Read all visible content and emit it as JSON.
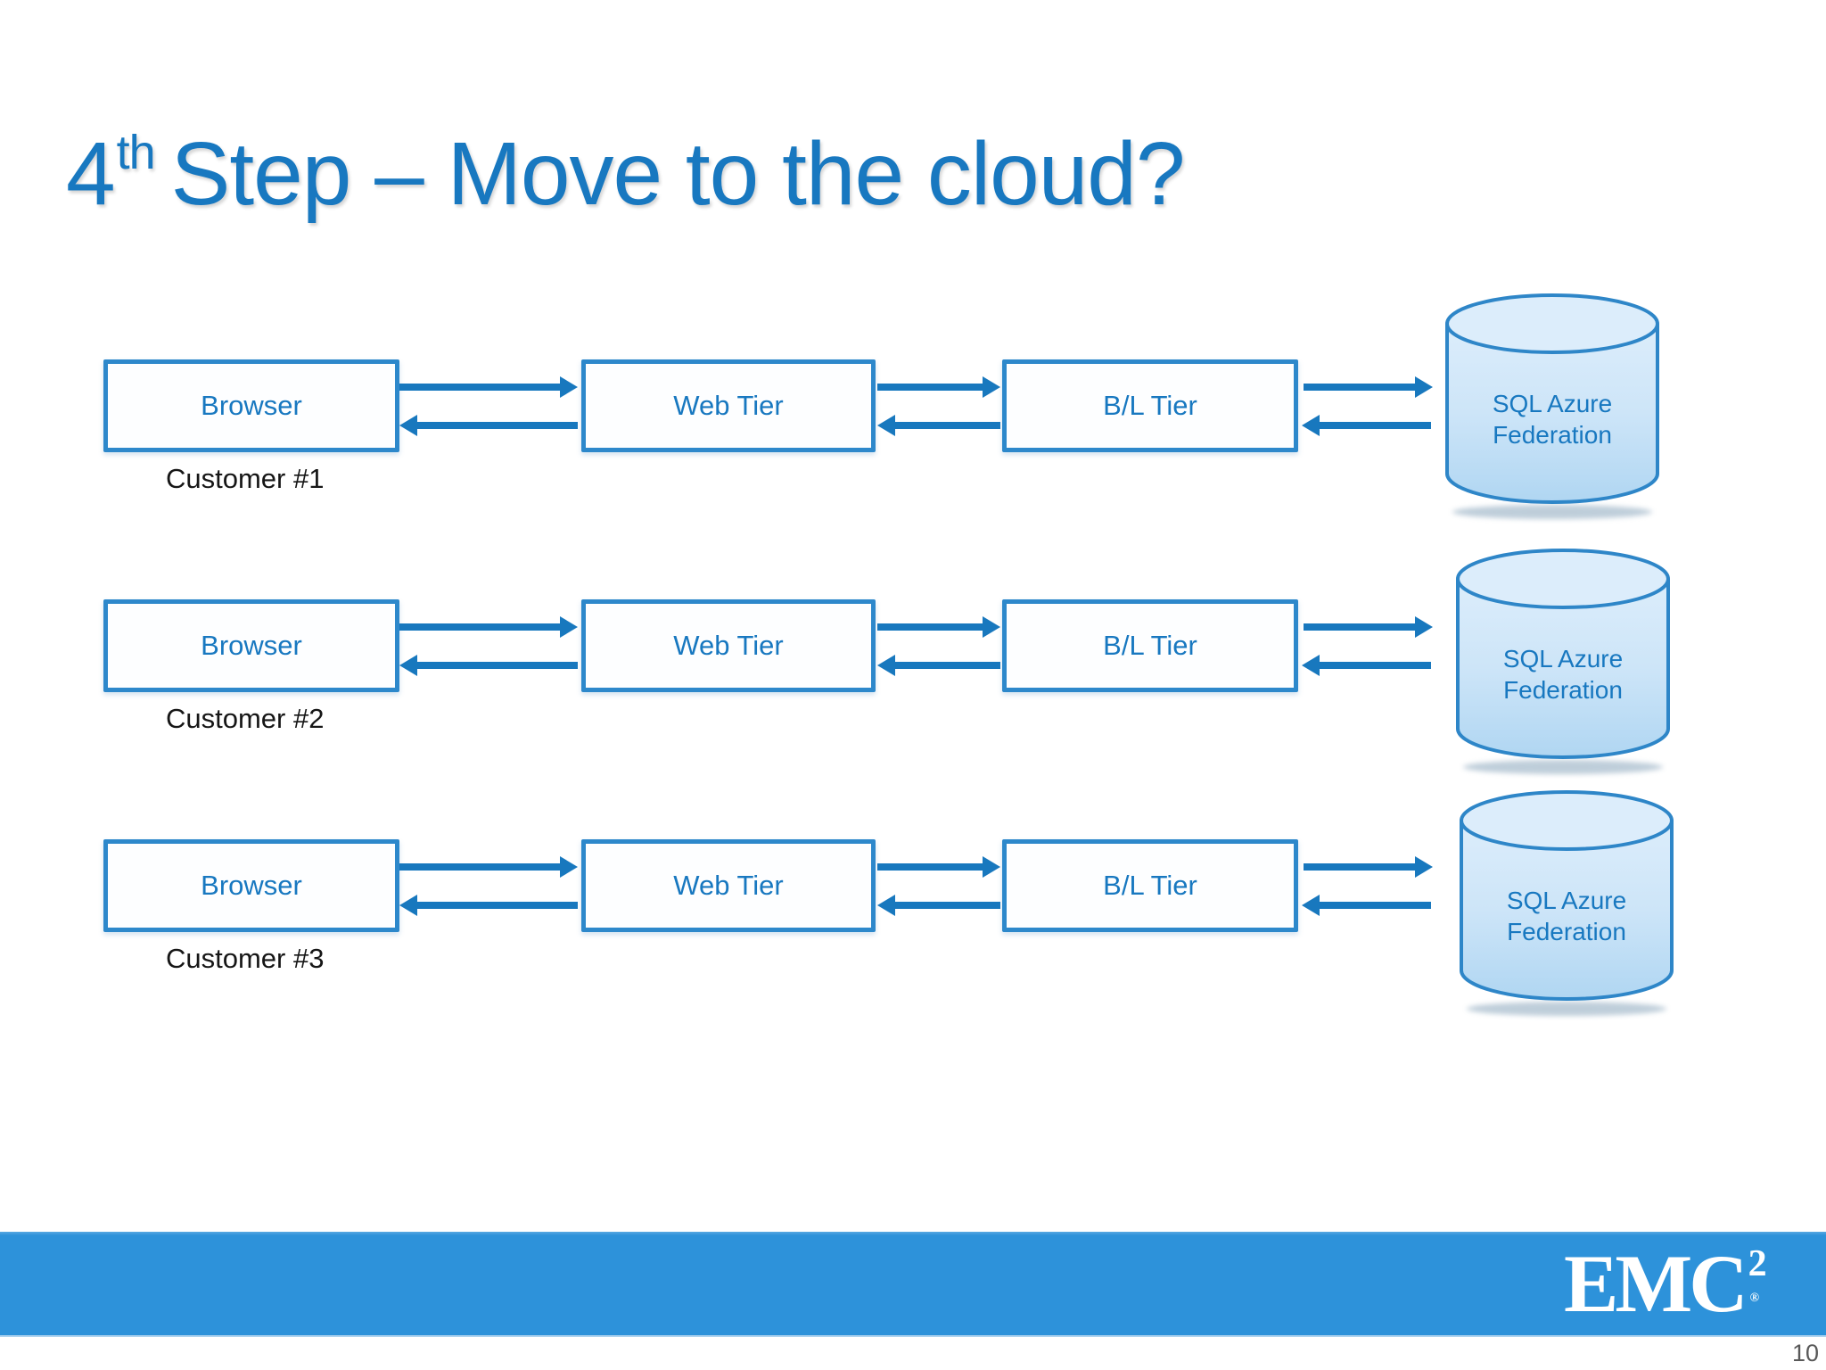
{
  "title": {
    "number": "4",
    "ordinal_suffix": "th",
    "text": "Step – Move to the cloud?"
  },
  "rows": [
    {
      "customer_label": "Customer #1",
      "browser": "Browser",
      "web_tier": "Web Tier",
      "bl_tier": "B/L Tier",
      "db_line1": "SQL Azure",
      "db_line2": "Federation"
    },
    {
      "customer_label": "Customer #2",
      "browser": "Browser",
      "web_tier": "Web Tier",
      "bl_tier": "B/L Tier",
      "db_line1": "SQL Azure",
      "db_line2": "Federation"
    },
    {
      "customer_label": "Customer #3",
      "browser": "Browser",
      "web_tier": "Web Tier",
      "bl_tier": "B/L Tier",
      "db_line1": "SQL Azure",
      "db_line2": "Federation"
    }
  ],
  "footer": {
    "logo_text": "EMC",
    "logo_exponent": "2",
    "logo_registered_mark": "®",
    "page_number": "10"
  },
  "colors": {
    "accent_blue": "#1878c0",
    "box_border": "#2d88cb",
    "arrow": "#1878be",
    "footer_bar": "#2d92da",
    "cylinder_border": "#2e86c8"
  }
}
